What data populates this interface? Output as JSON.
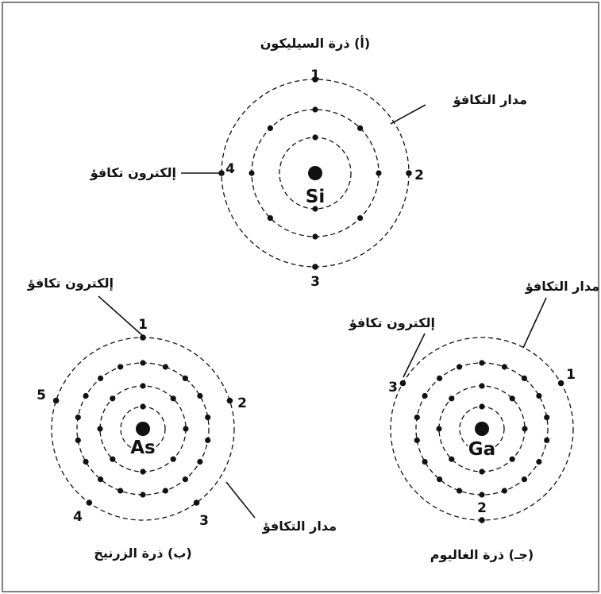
{
  "atoms": [
    {
      "id": "silicon",
      "caption": "(أ) ذرة السيليكون",
      "symbol": "Si",
      "valence_numbers": [
        "1",
        "2",
        "3",
        "4"
      ],
      "valence_orbit_label": "مدار التكافؤ",
      "valence_electron_label": "إلكترون تكافؤ",
      "shell_electrons": [
        2,
        8,
        4
      ]
    },
    {
      "id": "arsenic",
      "caption": "(ب) ذرة الزرنيخ",
      "symbol": "As",
      "valence_numbers": [
        "1",
        "2",
        "3",
        "4",
        "5"
      ],
      "valence_orbit_label": "مدار التكافؤ",
      "valence_electron_label": "إلكترون تكافؤ",
      "shell_electrons": [
        2,
        8,
        18,
        5
      ]
    },
    {
      "id": "gallium",
      "caption": "(جـ) ذرة الغاليوم",
      "symbol": "Ga",
      "valence_numbers": [
        "1",
        "2",
        "3"
      ],
      "valence_orbit_label": "مدار التكافؤ",
      "valence_electron_label": "إلكترون تكافؤ",
      "shell_electrons": [
        2,
        8,
        18,
        3
      ]
    }
  ]
}
